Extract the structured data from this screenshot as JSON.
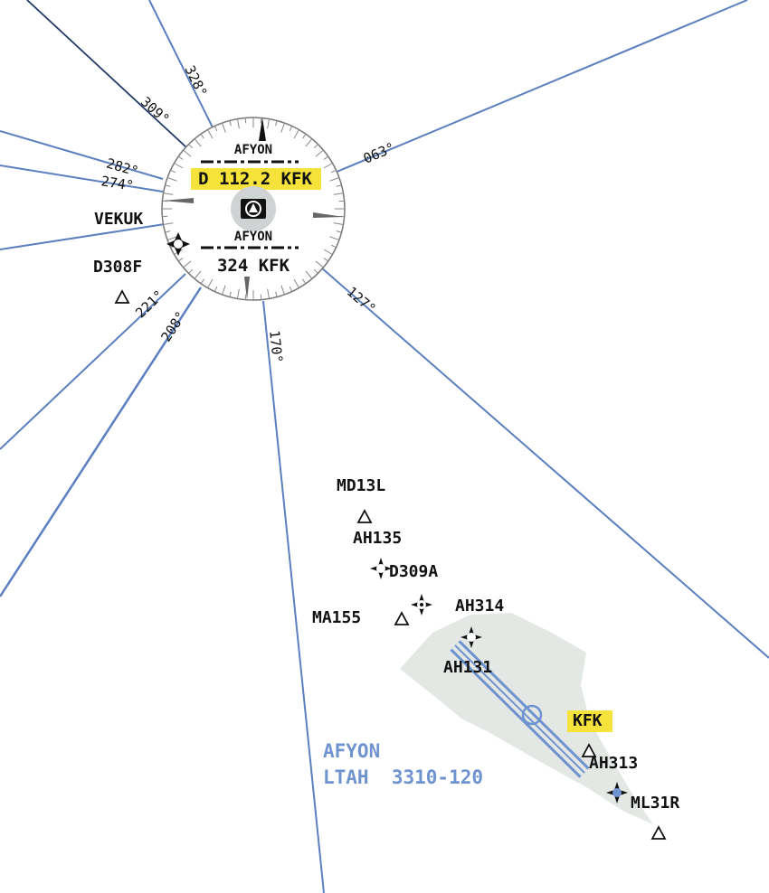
{
  "colors": {
    "radial": "#5b7fbf",
    "radial_dark": "#1a2233",
    "highlight": "#f5e23a",
    "airport_fill": "#e4e8e4",
    "airport_text": "#6f93cf",
    "runway": "#6f93cf",
    "ink": "#111111"
  },
  "vor": {
    "name_top": "AFYON",
    "frequency": "D 112.2 KFK",
    "name_bottom": "AFYON",
    "ndb": "324 KFK",
    "vor_icon": "vor-dme-icon"
  },
  "radials": [
    {
      "label": "328°"
    },
    {
      "label": "309°"
    },
    {
      "label": "282°"
    },
    {
      "label": "274°"
    },
    {
      "label": "063°"
    },
    {
      "label": "127°"
    },
    {
      "label": "170°"
    },
    {
      "label": "208°"
    },
    {
      "label": "221°"
    }
  ],
  "fixes": {
    "vekuk": "VEKUK",
    "d308f": "D308F",
    "md13l": "MD13L",
    "ah135": "AH135",
    "d309a": "D309A",
    "ma155": "MA155",
    "ah314": "AH314",
    "ah131": "AH131",
    "ah313": "AH313",
    "ml31r": "ML31R"
  },
  "airport": {
    "ident_tag": "KFK",
    "name": "AFYON",
    "code_line": "LTAH  3310-120"
  }
}
